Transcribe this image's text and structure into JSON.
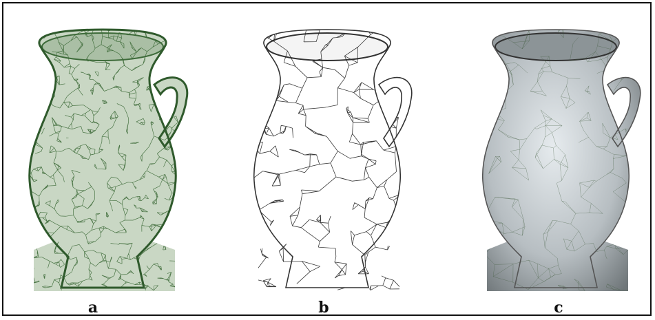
{
  "panels": [
    {
      "label": "a",
      "style": "dense-wireframe",
      "color": "#3e6b3a"
    },
    {
      "label": "b",
      "style": "sparse-wireframe",
      "color": "#222222"
    },
    {
      "label": "c",
      "style": "shaded-surface-with-mesh",
      "color": "#a9b0b4"
    }
  ],
  "colors": {
    "border": "#111111",
    "green_mesh": "#3e6b3a",
    "dark_edges": "#222222",
    "shaded_surface": "#b7bec2"
  }
}
